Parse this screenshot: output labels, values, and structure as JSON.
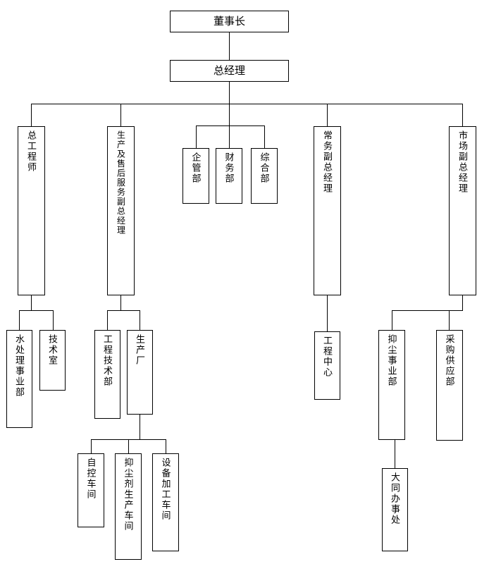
{
  "chart_data": {
    "type": "diagram",
    "diagram_kind": "organization-chart",
    "title": "",
    "orientation": "top-down",
    "node_count": 22,
    "levels": [
      {
        "level": 0,
        "nodes": [
          "董事长"
        ]
      },
      {
        "level": 1,
        "nodes": [
          "总经理"
        ]
      },
      {
        "level": 2,
        "nodes": [
          "总工程师",
          "生产及售后服务副总经理",
          "企管部",
          "财务部",
          "综合部",
          "常务副总经理",
          "市场副总经理"
        ]
      },
      {
        "level": 3,
        "nodes": [
          "水处理事业部",
          "技术室",
          "工程技术部",
          "生产厂",
          "工程中心",
          "抑尘事业部",
          "采购供应部"
        ]
      },
      {
        "level": 4,
        "nodes": [
          "自控车间",
          "抑尘剂生产车间",
          "设备加工车间",
          "大同办事处"
        ]
      }
    ],
    "edges": [
      {
        "from": "董事长",
        "to": "总经理"
      },
      {
        "from": "总经理",
        "to": "总工程师"
      },
      {
        "from": "总经理",
        "to": "生产及售后服务副总经理"
      },
      {
        "from": "总经理",
        "to": "企管部"
      },
      {
        "from": "总经理",
        "to": "财务部"
      },
      {
        "from": "总经理",
        "to": "综合部"
      },
      {
        "from": "总经理",
        "to": "常务副总经理"
      },
      {
        "from": "总经理",
        "to": "市场副总经理"
      },
      {
        "from": "总工程师",
        "to": "水处理事业部"
      },
      {
        "from": "总工程师",
        "to": "技术室"
      },
      {
        "from": "生产及售后服务副总经理",
        "to": "工程技术部"
      },
      {
        "from": "生产及售后服务副总经理",
        "to": "生产厂"
      },
      {
        "from": "常务副总经理",
        "to": "工程中心"
      },
      {
        "from": "市场副总经理",
        "to": "抑尘事业部"
      },
      {
        "from": "市场副总经理",
        "to": "采购供应部"
      },
      {
        "from": "生产厂",
        "to": "自控车间"
      },
      {
        "from": "生产厂",
        "to": "抑尘剂生产车间"
      },
      {
        "from": "生产厂",
        "to": "设备加工车间"
      },
      {
        "from": "抑尘事业部",
        "to": "大同办事处"
      }
    ],
    "colors": {
      "box_border": "#000000",
      "box_fill": "#ffffff",
      "connector": "#000000",
      "text": "#000000",
      "background": "#ffffff"
    }
  },
  "nodes": {
    "chairman": {
      "label": "董事长"
    },
    "general_manager": {
      "label": "总经理"
    },
    "chief_engineer": {
      "label": "总工程师"
    },
    "prod_service_vp": {
      "label": "生产及售后服务副总经理"
    },
    "enterprise_mgmt_dept": {
      "label": "企管部"
    },
    "finance_dept": {
      "label": "财务部"
    },
    "general_affairs_dept": {
      "label": "综合部"
    },
    "executive_vp": {
      "label": "常务副总经理"
    },
    "marketing_vp": {
      "label": "市场副总经理"
    },
    "water_treatment_div": {
      "label": "水处理事业部"
    },
    "tech_office": {
      "label": "技术室"
    },
    "eng_tech_dept": {
      "label": "工程技术部"
    },
    "production_plant": {
      "label": "生产厂"
    },
    "eng_center": {
      "label": "工程中心"
    },
    "dust_suppression_div": {
      "label": "抑尘事业部"
    },
    "procurement_dept": {
      "label": "采购供应部"
    },
    "auto_control_shop": {
      "label": "自控车间"
    },
    "dust_agent_shop": {
      "label": "抑尘剂生产车间"
    },
    "equipment_shop": {
      "label": "设备加工车间"
    },
    "datong_office": {
      "label": "大同办事处"
    }
  }
}
